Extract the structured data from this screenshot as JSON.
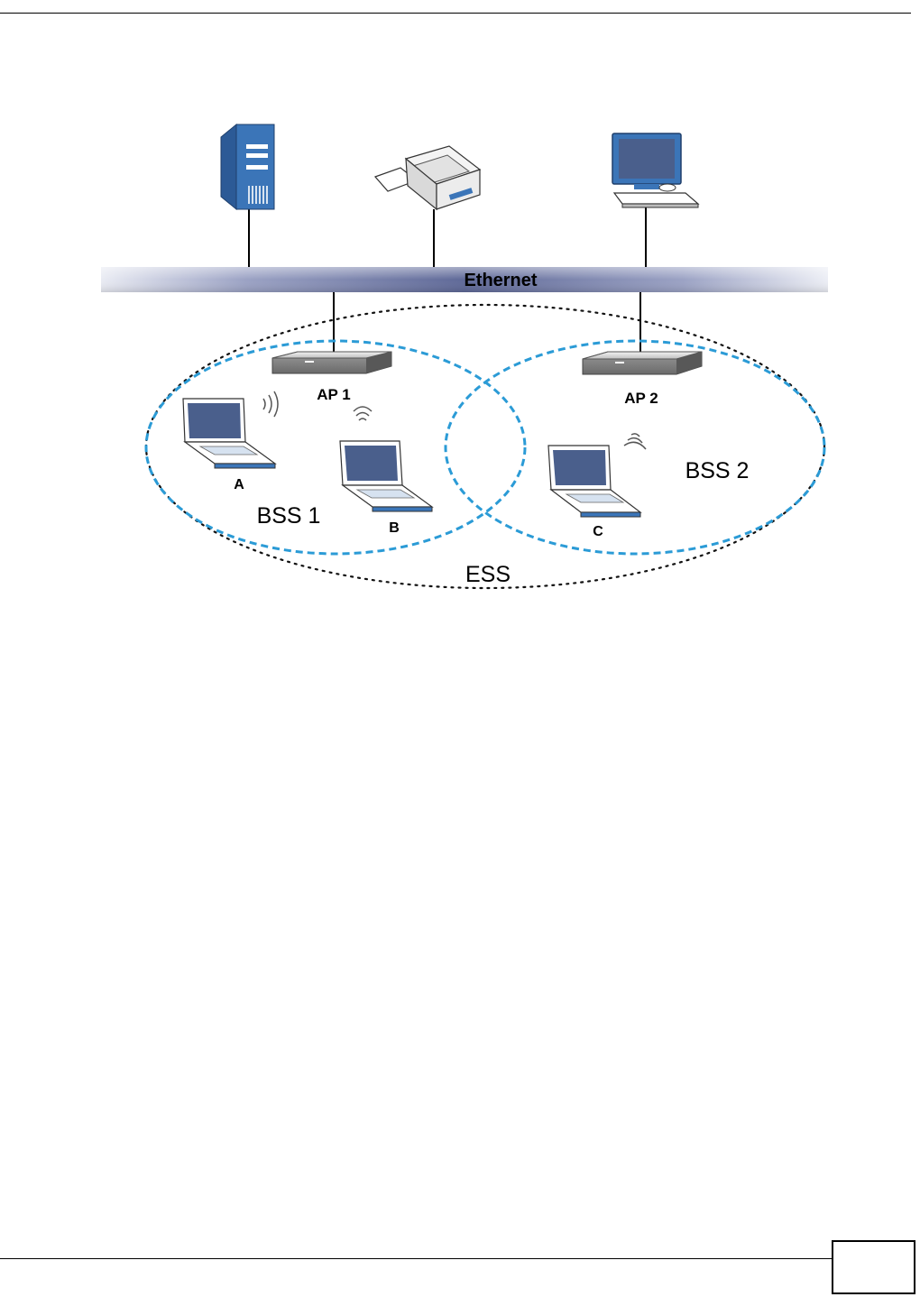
{
  "diagram": {
    "backbone_label": "Ethernet",
    "access_points": [
      {
        "label": "AP 1"
      },
      {
        "label": "AP 2"
      }
    ],
    "clients": [
      {
        "label": "A"
      },
      {
        "label": "B"
      },
      {
        "label": "C"
      }
    ],
    "groups": [
      {
        "label": "BSS 1"
      },
      {
        "label": "BSS 2"
      }
    ],
    "extended_set_label": "ESS",
    "wired_devices": [
      {
        "icon": "server-tower-icon"
      },
      {
        "icon": "printer-icon"
      },
      {
        "icon": "desktop-computer-icon"
      }
    ],
    "colors": {
      "bss_outline": "#2b9bd6",
      "ess_outline": "#111111",
      "device_blue": "#3a6fae",
      "screen": "#4a5f8c"
    }
  },
  "page": {
    "number": ""
  }
}
